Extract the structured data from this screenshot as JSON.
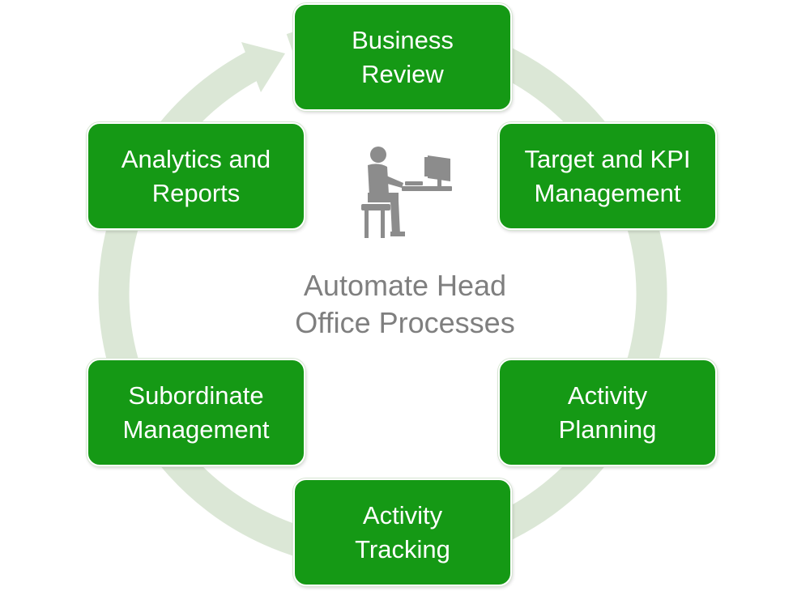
{
  "center": {
    "line1": "Automate Head",
    "line2": "Office Processes",
    "icon": "person-at-computer-icon"
  },
  "steps": [
    {
      "id": "business-review",
      "line1": "Business",
      "line2": "Review"
    },
    {
      "id": "target-kpi",
      "line1": "Target and KPI",
      "line2": "Management"
    },
    {
      "id": "activity-planning",
      "line1": "Activity",
      "line2": "Planning"
    },
    {
      "id": "activity-tracking",
      "line1": "Activity",
      "line2": "Tracking"
    },
    {
      "id": "subordinate-management",
      "line1": "Subordinate",
      "line2": "Management"
    },
    {
      "id": "analytics-reports",
      "line1": "Analytics and",
      "line2": "Reports"
    }
  ],
  "colors": {
    "node_fill": "#159915",
    "ring": "#dbe7d6",
    "center_text": "#7f7f7f",
    "icon": "#8c8c8c"
  }
}
